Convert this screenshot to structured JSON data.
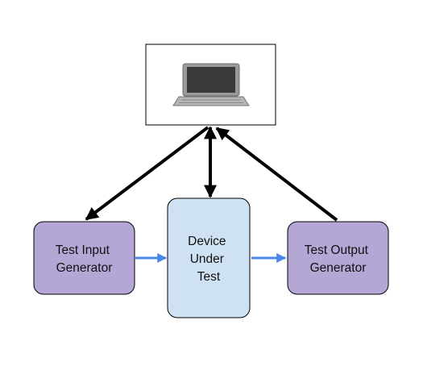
{
  "diagram": {
    "computer": {
      "icon": "laptop-icon"
    },
    "nodes": {
      "input_generator": {
        "lines": [
          "Test Input",
          "Generator"
        ]
      },
      "device_under_test": {
        "lines": [
          "Device",
          "Under",
          "Test"
        ]
      },
      "output_generator": {
        "lines": [
          "Test Output",
          "Generator"
        ]
      }
    },
    "edges": [
      {
        "from": "computer",
        "to": "input_generator",
        "style": "bold-black"
      },
      {
        "from": "computer",
        "to": "device_under_test",
        "style": "bold-black-bidirectional"
      },
      {
        "from": "output_generator",
        "to": "computer",
        "style": "bold-black"
      },
      {
        "from": "input_generator",
        "to": "device_under_test",
        "style": "blue"
      },
      {
        "from": "device_under_test",
        "to": "output_generator",
        "style": "blue"
      }
    ],
    "colors": {
      "generator_fill": "#b4a7d6",
      "dut_fill": "#cfe2f3",
      "blue_arrow": "#4a86e8",
      "black_arrow": "#000000"
    }
  }
}
